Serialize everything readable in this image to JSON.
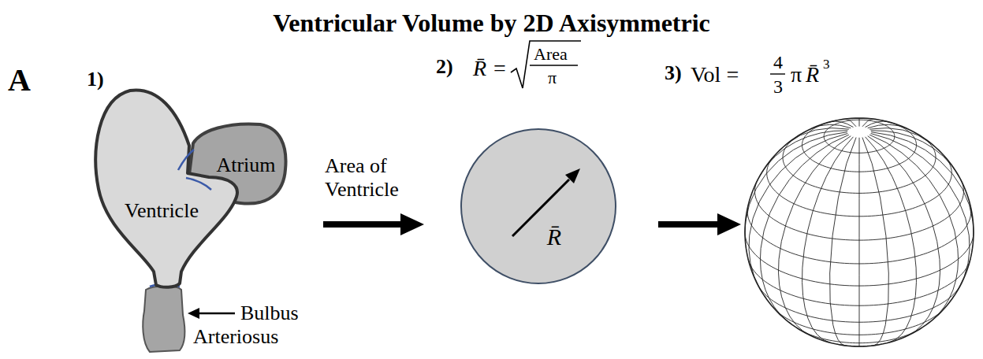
{
  "diagram": {
    "title": "Ventricular Volume by 2D Axisymmetric",
    "nodes": [
      {
        "text": [
          "Ventricle"
        ]
      },
      {
        "text": [
          "Atrium"
        ]
      },
      {
        "text": [
          "R̄"
        ]
      }
    ],
    "edges": [
      {
        "from": 0,
        "to": 2,
        "arrow": "to",
        "label": "Area of Ventricle"
      }
    ],
    "labels": [
      "A",
      "1)",
      "Bulbus Arteriosus",
      "2)",
      "R̄",
      "=",
      "Area",
      "π",
      "3)",
      "Vol =",
      "4",
      "3",
      "π",
      "R̄",
      "3"
    ]
  }
}
